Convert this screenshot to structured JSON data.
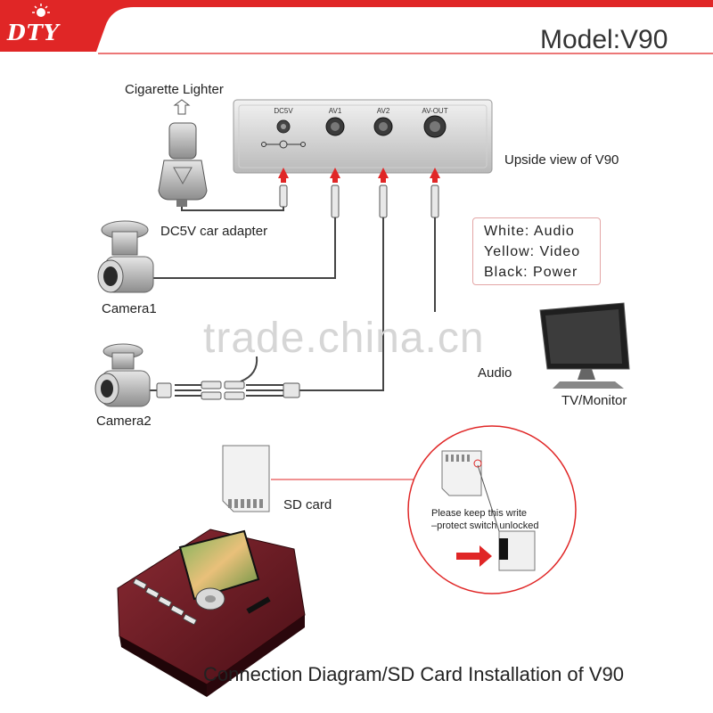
{
  "brand": {
    "logo": "DTY",
    "accent_color": "#e02626"
  },
  "header": {
    "model": "Model:V90"
  },
  "device": {
    "view_label": "Upside view of V90",
    "ports": [
      "DC5V",
      "AV1",
      "AV2",
      "AV-OUT"
    ]
  },
  "components": {
    "cigarette_lighter": "Cigarette Lighter",
    "car_adapter": "DC5V car adapter",
    "camera1": "Camera1",
    "camera2": "Camera2",
    "audio": "Audio",
    "tv_monitor": "TV/Monitor",
    "sd_card": "SD card"
  },
  "legend": {
    "white": "White: Audio",
    "yellow": "Yellow: Video",
    "black": "Black: Power"
  },
  "sd_note": {
    "line1": "Please keep this write",
    "line2": "–protect switch unlocked"
  },
  "watermark": "trade.china.cn",
  "footer": {
    "caption": "Connection Diagram/SD Card Installation of V90"
  }
}
